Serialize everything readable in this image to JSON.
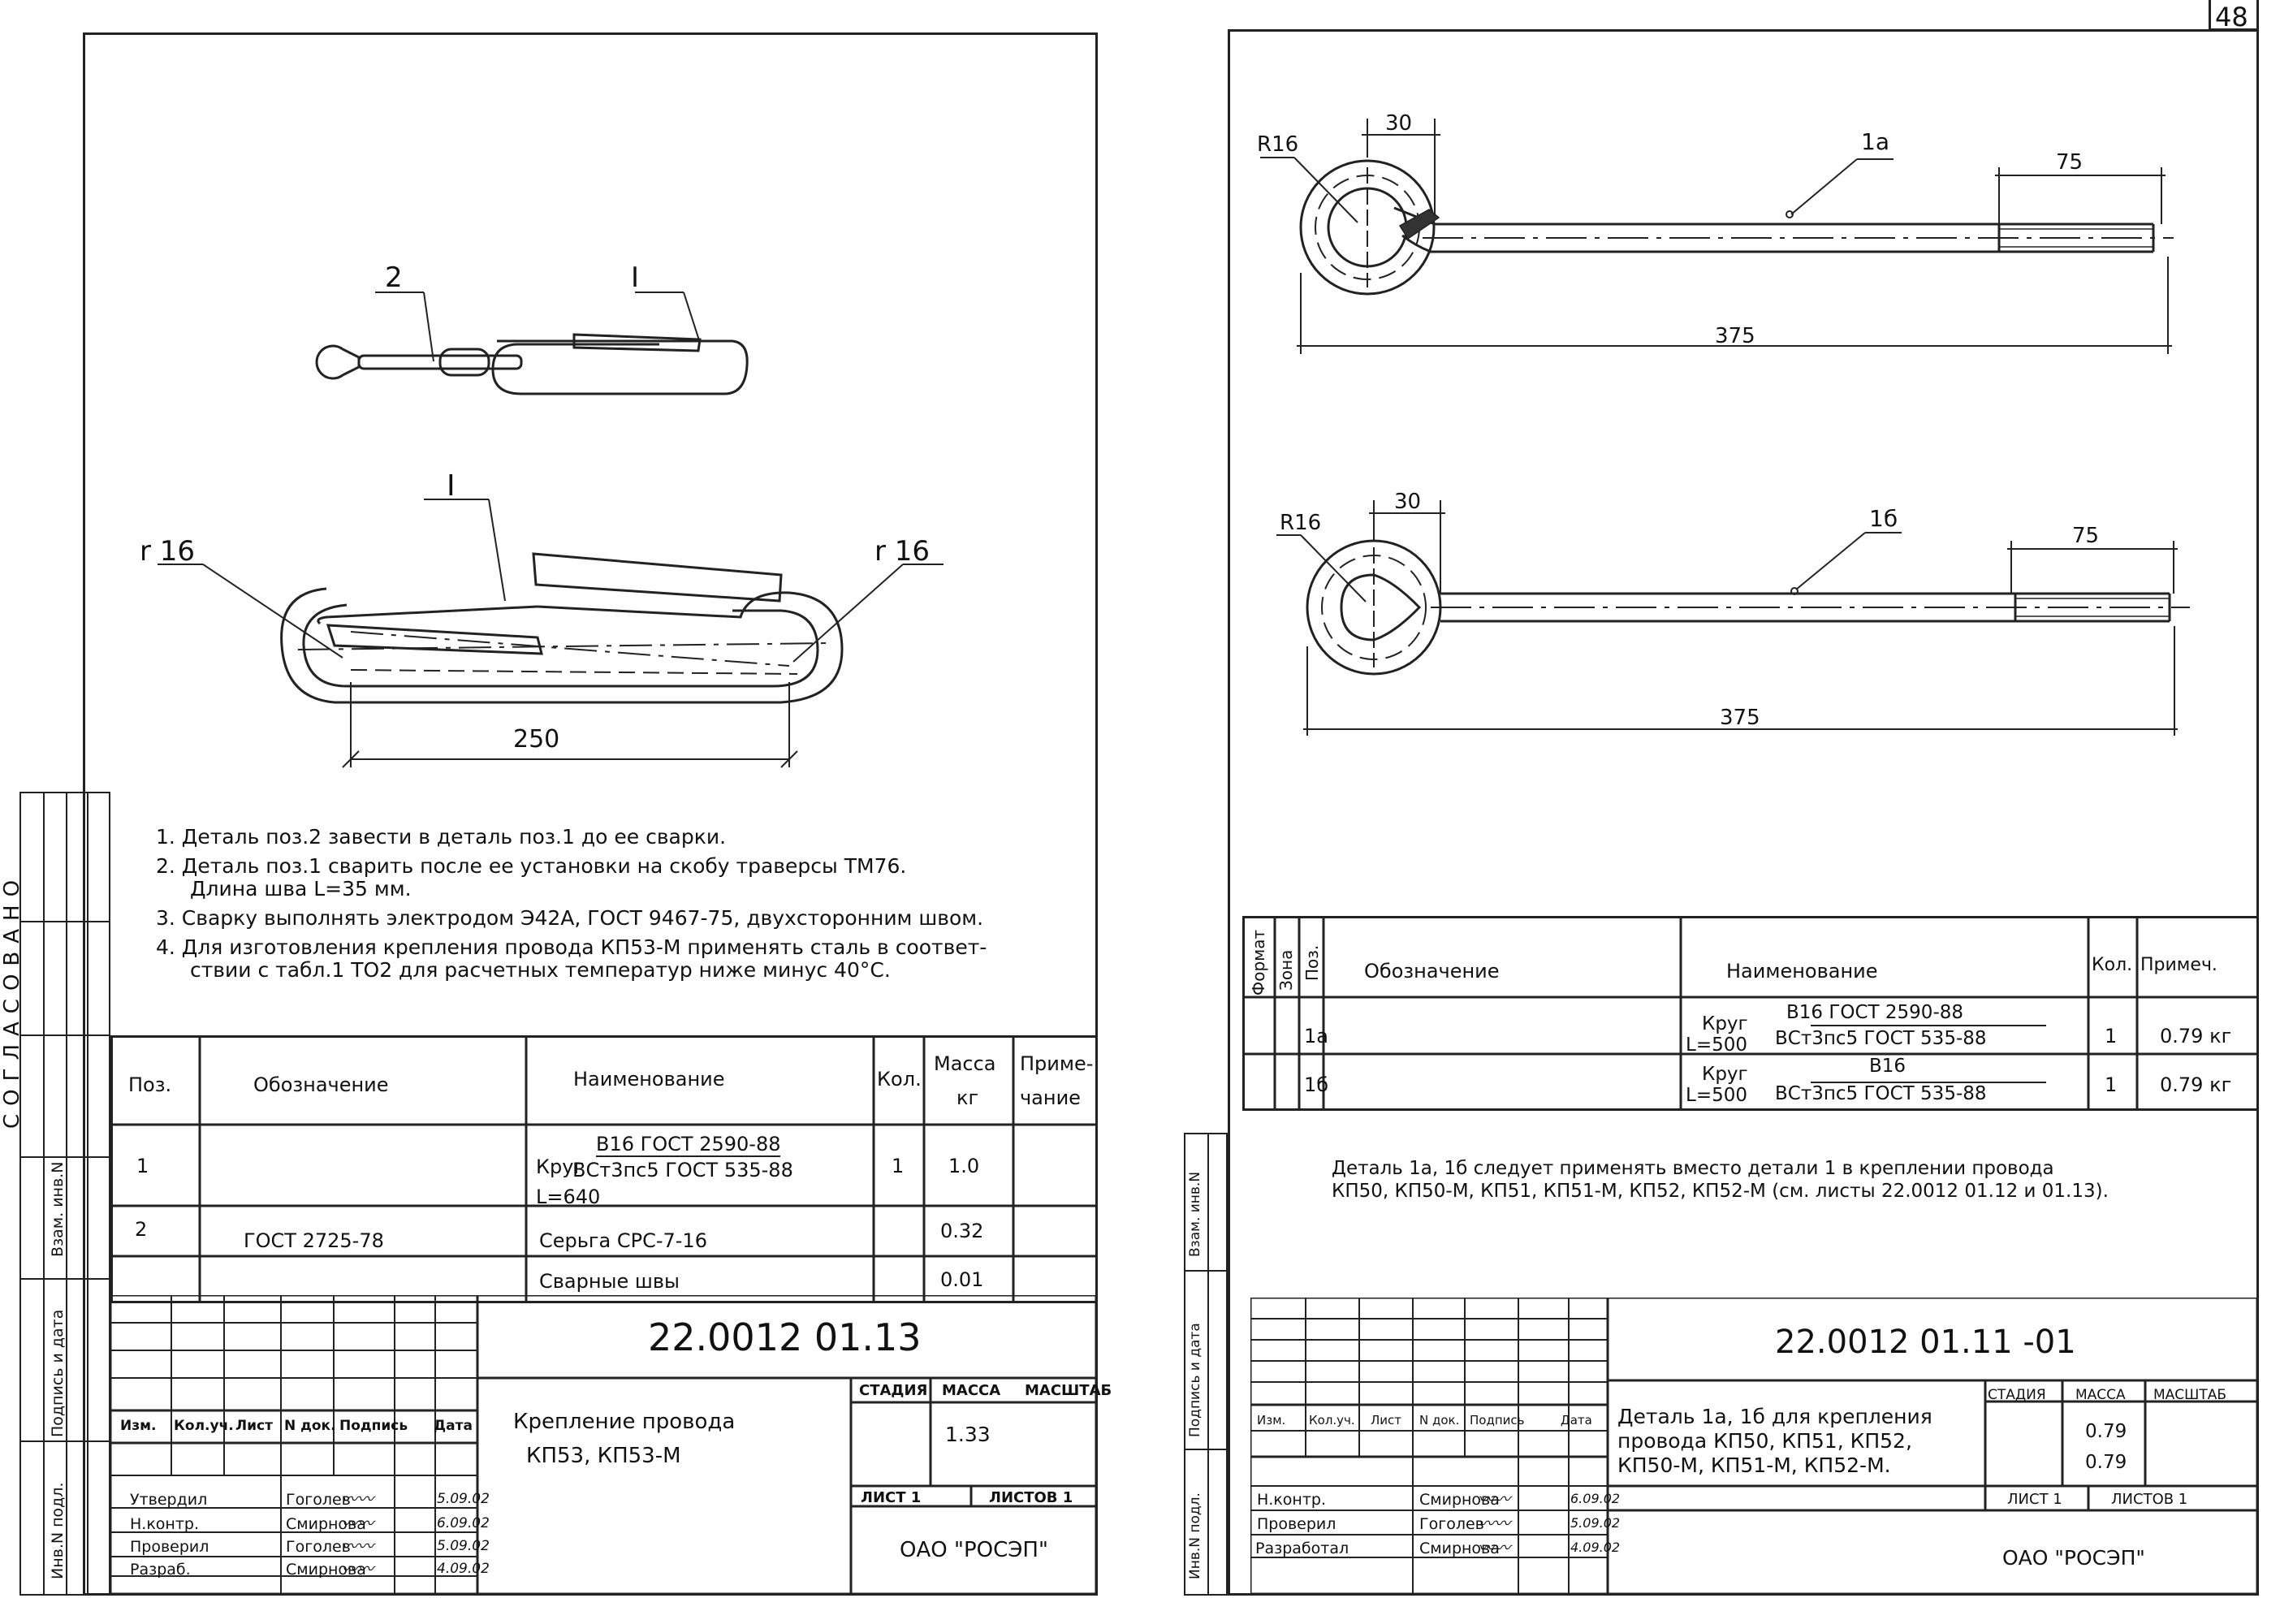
{
  "page_number": "48",
  "left_sheet": {
    "drawing": {
      "top_view_labels": [
        "2",
        "I"
      ],
      "main_view": {
        "detail_label": "I",
        "radius_left": "r 16",
        "radius_right": "r 16",
        "dimension": "250"
      }
    },
    "notes": [
      "1.  Деталь поз.2 завести в деталь поз.1 до ее сварки.",
      "2.  Деталь поз.1 сварить после ее установки на скобу траверсы ТМ76.",
      "Длина шва L=35 мм.",
      "3.  Сварку выполнять электродом Э42А, ГОСТ 9467-75, двухсторонним швом.",
      "4.  Для изготовления крепления провода КП53-М применять сталь в соответ-",
      "ствии с табл.1 ТО2 для расчетных температур ниже минус 40°С."
    ],
    "spec_table": {
      "headers": {
        "pos": "Поз.",
        "designation": "Обозначение",
        "name": "Наименование",
        "qty": "Кол.",
        "mass": "Масса",
        "mass_unit": "кг",
        "note": "Приме-",
        "note2": "чание"
      },
      "rows": [
        {
          "pos": "1",
          "designation": "",
          "name_prefix": "Круг",
          "name_top": "В16 ГОСТ 2590-88",
          "name_bottom": "ВСт3пс5 ГОСТ 535-88",
          "name_extra": "L=640",
          "qty": "1",
          "mass": "1.0",
          "note": ""
        },
        {
          "pos": "2",
          "designation": "ГОСТ 2725-78",
          "name": "Серьга СРС-7-16",
          "qty": "",
          "mass": "0.32",
          "note": ""
        },
        {
          "pos": "",
          "designation": "",
          "name": "Сварные швы",
          "qty": "",
          "mass": "0.01",
          "note": ""
        }
      ]
    },
    "title_block": {
      "code": "22.0012  01.13",
      "title_line1": "Крепление провода",
      "title_line2": "КП53, КП53-М",
      "col_headers": [
        "Изм.",
        "Кол.уч.",
        "Лист",
        "N док.",
        "Подпись",
        "Дата"
      ],
      "stage_label": "СТАДИЯ",
      "mass_label": "МАССА",
      "scale_label": "МАСШТАБ",
      "mass_value": "1.33",
      "sheet_label": "ЛИСТ 1",
      "sheets_label": "ЛИСТОВ  1",
      "org": "ОАО \"РОСЭП\"",
      "people": [
        {
          "role": "Утвердил",
          "name": "Гоголев",
          "date": "5.09.02"
        },
        {
          "role": "Н.контр.",
          "name": "Смирнова",
          "date": "6.09.02"
        },
        {
          "role": "Проверил",
          "name": "Гоголев",
          "date": "5.09.02"
        },
        {
          "role": "Разраб.",
          "name": "Смирнова",
          "date": "4.09.02"
        }
      ]
    },
    "side_labels": [
      "Взам. инв.N",
      "Подпись и дата",
      "Инв.N подл."
    ],
    "archive_stamp": "СОГЛАСОВАНО"
  },
  "right_sheet": {
    "drawing_1a": {
      "radius": "R16",
      "dim_top": "30",
      "label": "1а",
      "dim_thread": "75",
      "dim_total": "375"
    },
    "drawing_1b": {
      "radius": "R16",
      "dim_top": "30",
      "label": "1б",
      "dim_thread": "75",
      "dim_total": "375"
    },
    "spec_table": {
      "headers": {
        "format": "Формат",
        "zone": "Зона",
        "pos": "Поз.",
        "designation": "Обозначение",
        "name": "Наименование",
        "qty": "Кол.",
        "note": "Примеч."
      },
      "rows": [
        {
          "pos": "1а",
          "prefix": "Круг",
          "length": "L=500",
          "top": "В16 ГОСТ 2590-88",
          "bottom": "ВСт3пс5 ГОСТ 535-88",
          "qty": "1",
          "note": "0.79 кг"
        },
        {
          "pos": "1б",
          "prefix": "Круг",
          "length": "L=500",
          "top": "В16",
          "bottom": "ВСт3пс5 ГОСТ 535-88",
          "qty": "1",
          "note": "0.79 кг"
        }
      ]
    },
    "note_line1": "Деталь 1а, 1б следует применять вместо детали 1 в креплении провода",
    "note_line2": "КП50, КП50-М, КП51, КП51-М, КП52, КП52-М (см. листы 22.0012 01.12 и 01.13).",
    "title_block": {
      "code": "22.0012  01.11 -01",
      "title_line1": "Деталь 1а, 1б для крепления",
      "title_line2": "провода КП50, КП51, КП52,",
      "title_line3": "КП50-М, КП51-М, КП52-М.",
      "col_headers": [
        "Изм.",
        "Кол.уч.",
        "Лист",
        "N док.",
        "Подпись",
        "Дата"
      ],
      "stage_label": "СТАДИЯ",
      "mass_label": "МАССА",
      "scale_label": "МАСШТАБ",
      "mass_values": [
        "0.79",
        "0.79"
      ],
      "sheet_label": "ЛИСТ  1",
      "sheets_label": "ЛИСТОВ  1",
      "org": "ОАО \"РОСЭП\"",
      "people": [
        {
          "role": "Н.контр.",
          "name": "Смирнова",
          "date": "6.09.02"
        },
        {
          "role": "Проверил",
          "name": "Гоголев",
          "date": "5.09.02"
        },
        {
          "role": "Разработал",
          "name": "Смирнова",
          "date": "4.09.02"
        }
      ]
    },
    "side_labels": [
      "Взам. инв.N",
      "Подпись и дата",
      "Инв.N подл."
    ]
  }
}
